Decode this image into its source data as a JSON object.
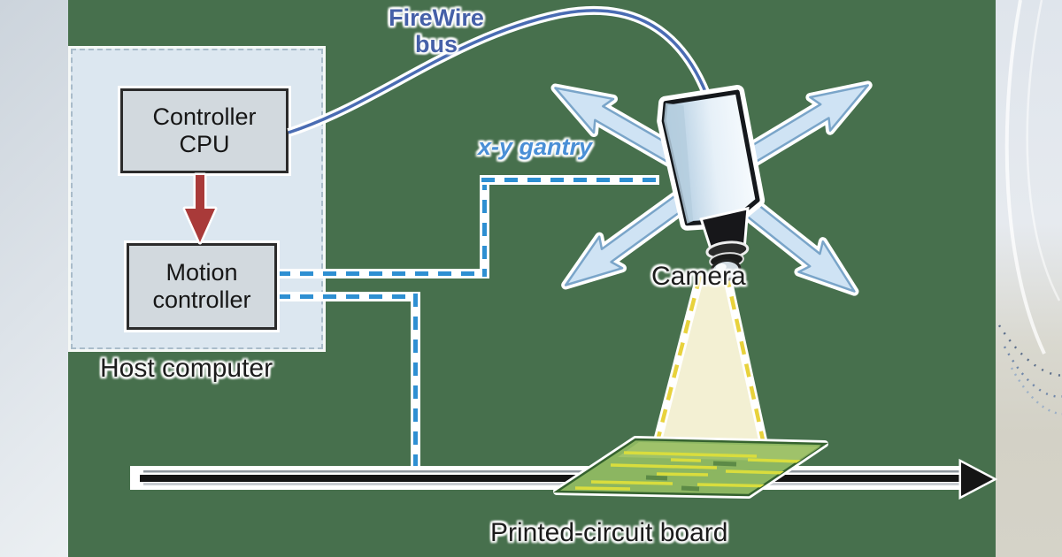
{
  "figure": {
    "type": "system-diagram",
    "labels": {
      "firewire_bus_line1": "FireWire",
      "firewire_bus_line2": "bus",
      "xy_gantry": "x-y gantry",
      "camera": "Camera",
      "host_computer": "Host computer",
      "controller_cpu_line1": "Controller",
      "controller_cpu_line2": "CPU",
      "motion_controller_line1": "Motion",
      "motion_controller_line2": "controller",
      "printed_circuit_board": "Printed-circuit board"
    },
    "colors": {
      "background_green": "#47704d",
      "side_panel_gray": "#dde3ea",
      "host_box_fill": "#dce7f0",
      "component_box_fill": "#d2d9de",
      "firewire_cable_blue": "#4a6cb3",
      "firewire_text_blue": "#4560a8",
      "gantry_dash_blue": "#2e8fd2",
      "gantry_text_blue": "#4a8fd6",
      "motion_arrow_red": "#a93a39",
      "xy_arrow_fill": "#cfe3f4",
      "light_cone_yellow": "#f9f5d8",
      "cone_dash_yellow": "#e8d23c",
      "pcb_green": "#8cb661",
      "conveyor_black": "#151515"
    }
  }
}
